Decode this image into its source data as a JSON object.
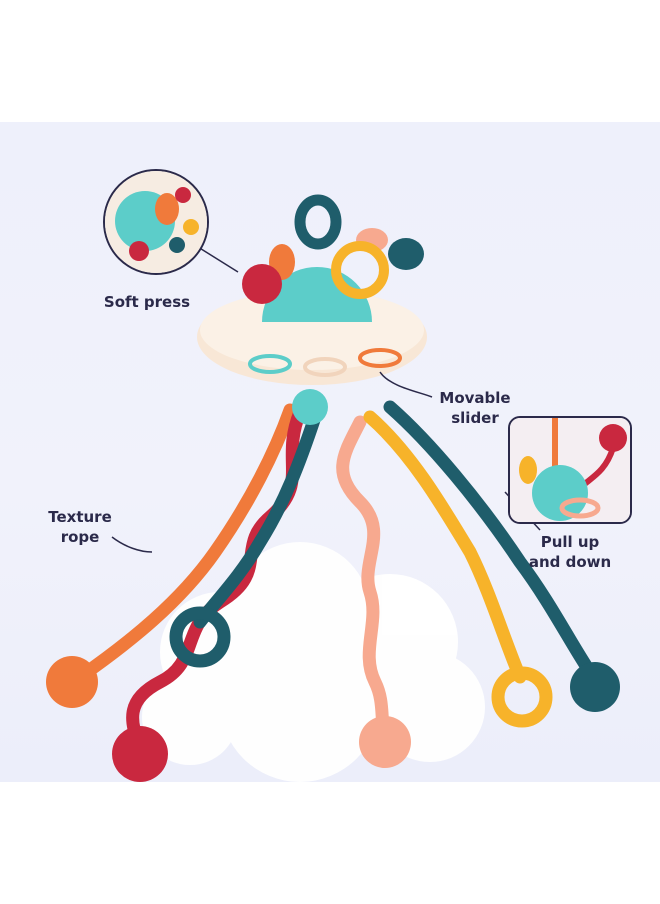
{
  "callouts": {
    "soft_press": "Soft press",
    "movable_slider": "Movable\nslider",
    "texture_rope": "Texture\nrope",
    "pull_up_down": "Pull up\nand down"
  },
  "colors": {
    "background": "#eef0fb",
    "teal": "#5ccdc9",
    "dark_teal": "#1f5d6b",
    "orange": "#f07a3b",
    "red": "#c9283f",
    "peach": "#f7a98f",
    "yellow": "#f7b32a",
    "cream": "#f8e7d6",
    "text": "#2b2a4a"
  }
}
